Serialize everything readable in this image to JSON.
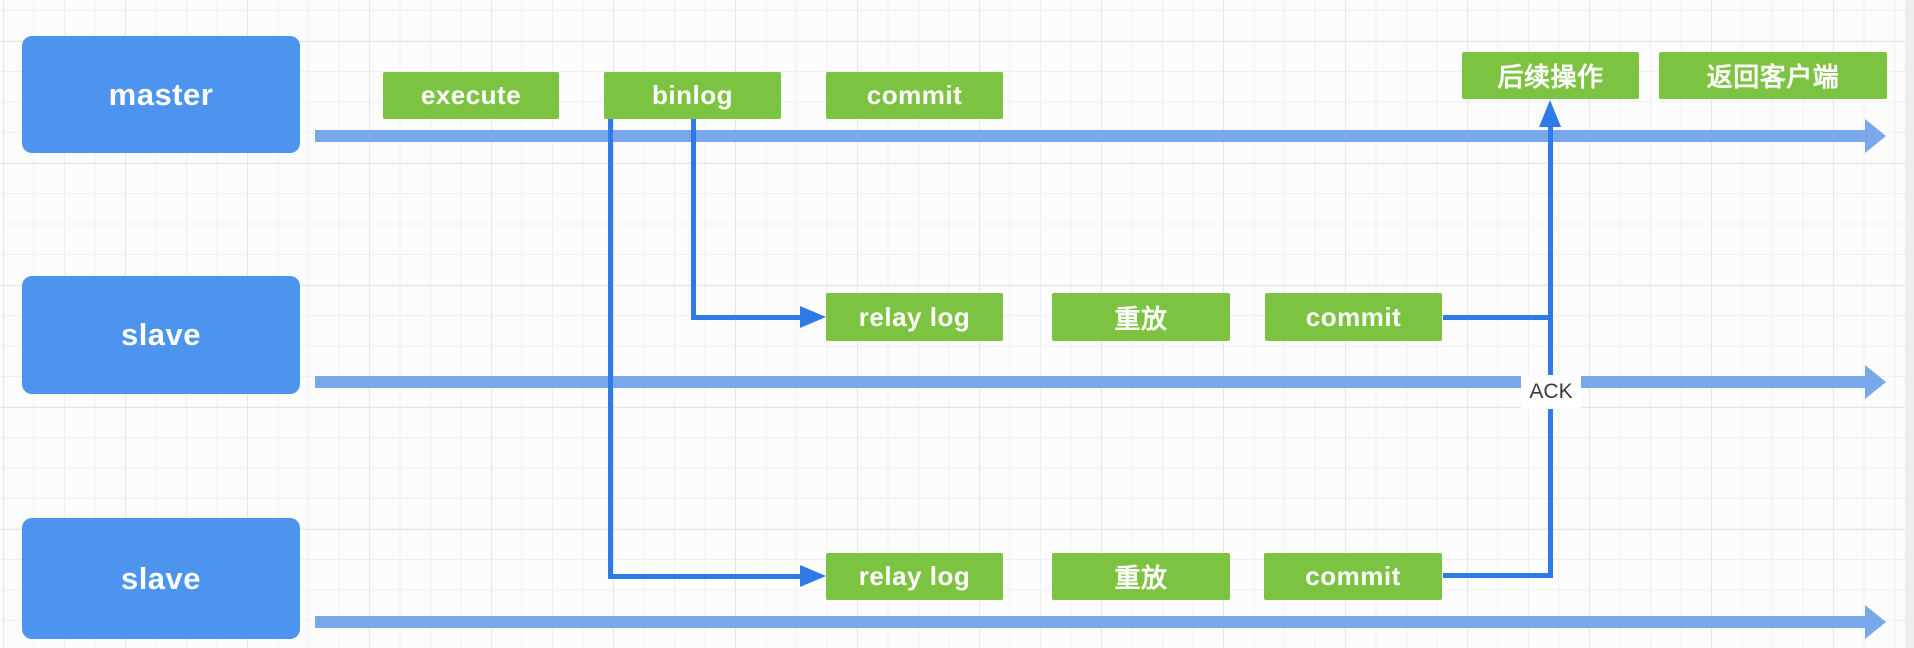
{
  "diagram": {
    "nodes": [
      {
        "id": "master",
        "label": "master"
      },
      {
        "id": "slave-1",
        "label": "slave"
      },
      {
        "id": "slave-2",
        "label": "slave"
      }
    ],
    "master_steps": {
      "execute": "execute",
      "binlog": "binlog",
      "commit": "commit",
      "followup": "后续操作",
      "return_client": "返回客户端"
    },
    "slave1_steps": {
      "relay_log": "relay log",
      "replay": "重放",
      "commit": "commit"
    },
    "slave2_steps": {
      "relay_log": "relay log",
      "replay": "重放",
      "commit": "commit"
    },
    "ack_label": "ACK",
    "colors": {
      "node_fill": "#4D94EF",
      "step_fill": "#7CC342",
      "timeline": "#79A8EA",
      "connector": "#2E7AE6",
      "ack_text": "#3B3B3B",
      "label_text": "#FFFFFF"
    }
  }
}
